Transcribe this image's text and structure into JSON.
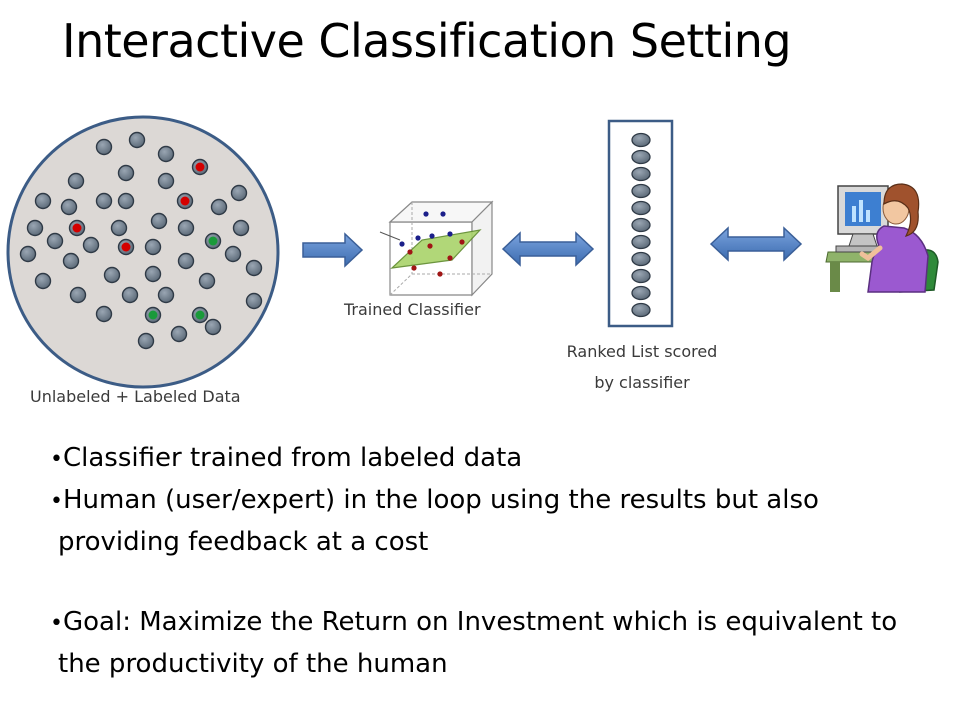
{
  "title": "Interactive Classification Setting",
  "labels": {
    "data_pool": "Unlabeled + Labeled Data",
    "classifier": "Trained Classifier",
    "ranked_list_line1": "Ranked List  scored",
    "ranked_list_line2": "by classifier"
  },
  "bullets": [
    "Classifier trained from labeled data",
    "Human (user/expert) in the loop using the results but also providing feedback at a cost",
    "Goal: Maximize the Return on Investment which is equivalent to the productivity of the human"
  ],
  "colors": {
    "unlabeled": "#6f7f8f",
    "positive": "#d40000",
    "negative": "#1a9a3a",
    "pool_fill": "#ddd9d6",
    "pool_stroke": "#3a5a85",
    "arrow": "#4f7fc0"
  },
  "icons": [
    "arrow-right-icon",
    "cube-classifier-icon",
    "double-arrow-icon",
    "person-at-computer-icon"
  ]
}
